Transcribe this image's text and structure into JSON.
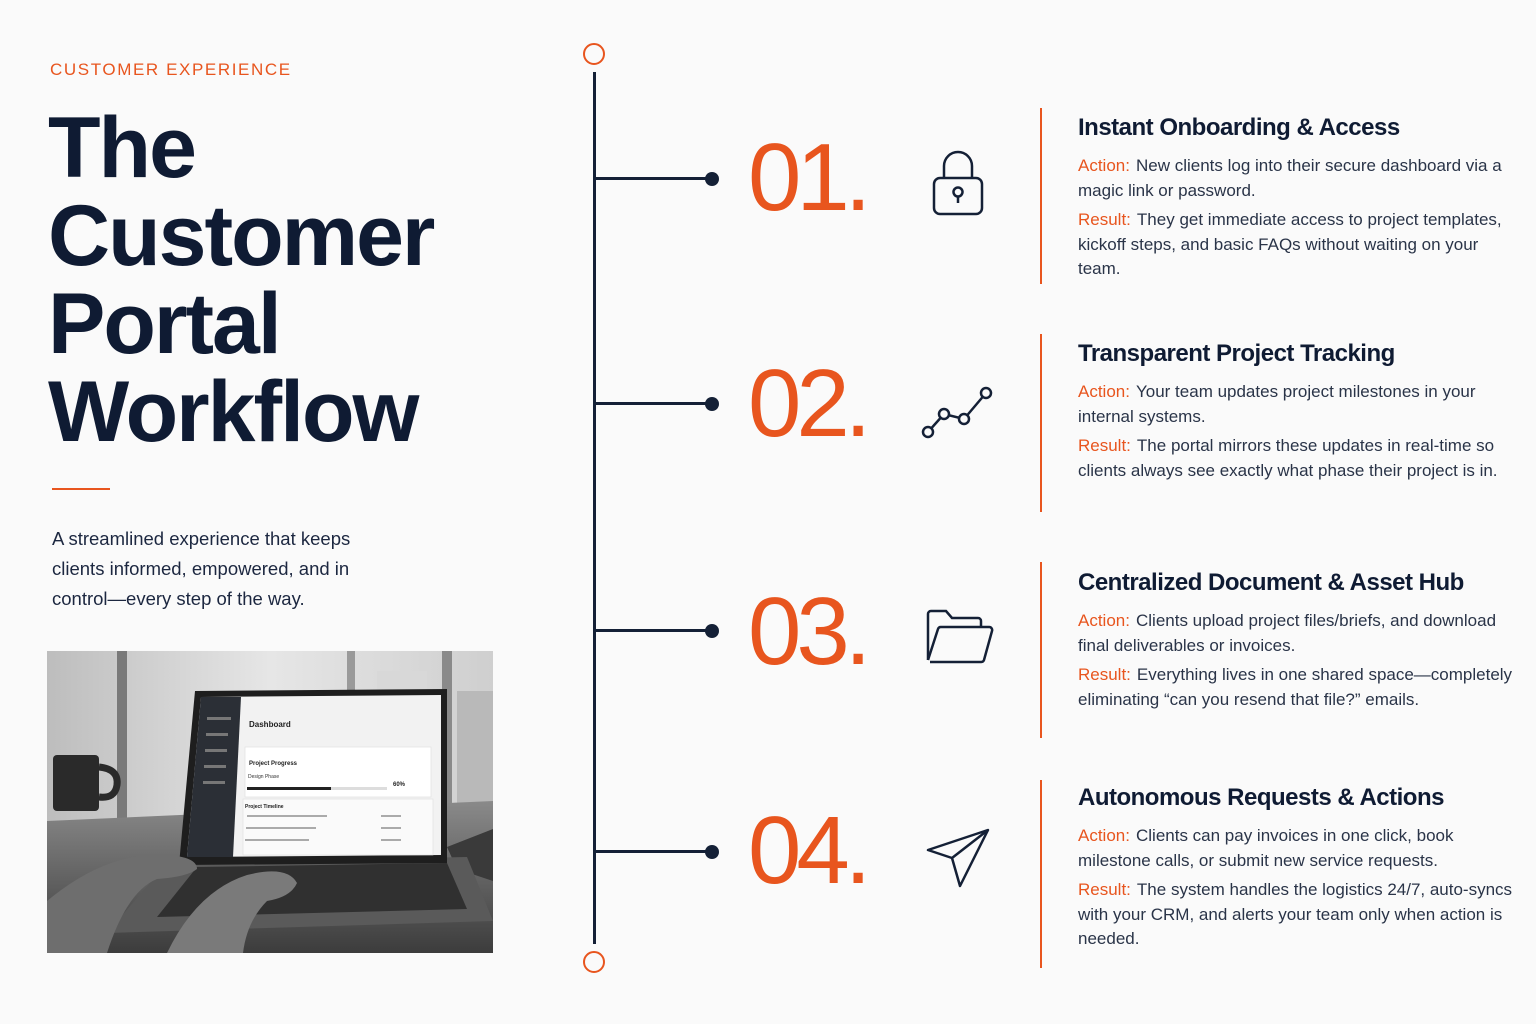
{
  "eyebrow": "CUSTOMER EXPERIENCE",
  "title": {
    "line1": "The",
    "line2": "Customer",
    "line3": "Portal",
    "line4": "Workflow"
  },
  "intro": "A streamlined experience that keeps clients informed, empowered, and in control—every step of the way.",
  "colors": {
    "accent": "#e8551e",
    "navy": "#0f1b33",
    "background": "#fafafa"
  },
  "photo": {
    "dashboard": {
      "heading": "Dashboard",
      "progress_title": "Project Progress",
      "phase": "Design Phase",
      "percent": "60%",
      "progress_value": 0.6,
      "timeline_title": "Project Timeline"
    }
  },
  "steps": [
    {
      "number": "01.",
      "icon": "lock-icon",
      "title": "Instant Onboarding & Access",
      "action_label": "Action:",
      "action": "New clients log into their secure dashboard via a magic link or password.",
      "result_label": "Result:",
      "result": "They get immediate access to project templates, kickoff steps, and basic FAQs without waiting on your team."
    },
    {
      "number": "02.",
      "icon": "trend-line-icon",
      "title": "Transparent Project Tracking",
      "action_label": "Action:",
      "action": "Your team updates project milestones in your internal systems.",
      "result_label": "Result:",
      "result": "The portal mirrors these updates in real-time so clients always see exactly what phase their project is in."
    },
    {
      "number": "03.",
      "icon": "folder-icon",
      "title": "Centralized Document & Asset Hub",
      "action_label": "Action:",
      "action": "Clients upload project files/briefs, and download final deliverables or invoices.",
      "result_label": "Result:",
      "result": "Everything lives in one shared space—completely eliminating “can you resend that file?” emails."
    },
    {
      "number": "04.",
      "icon": "paper-plane-icon",
      "title": "Autonomous Requests & Actions",
      "action_label": "Action:",
      "action": "Clients can pay invoices in one click, book milestone calls, or submit new service requests.",
      "result_label": "Result:",
      "result": "The system handles the logistics 24/7, auto-syncs with your CRM, and alerts your team only when action is needed."
    }
  ]
}
